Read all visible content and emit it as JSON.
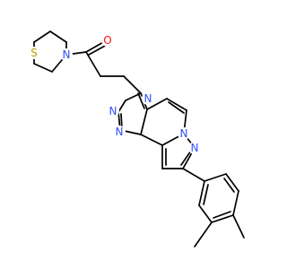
{
  "molecule": {
    "atom_labels": {
      "thiomorpholine_sulfur": "S",
      "amide_nitrogen": "N",
      "carbonyl_oxygen": "O",
      "triazole_n1": "N",
      "triazole_n2": "N",
      "pyrazine_n": "N",
      "pyrazole_n1": "N",
      "pyrazole_n2": "N"
    },
    "colors": {
      "bond": "#000000",
      "carbon": "#000000",
      "nitrogen": "#3050F8",
      "oxygen": "#FF0D0D",
      "sulfur": "#B8A200"
    }
  }
}
